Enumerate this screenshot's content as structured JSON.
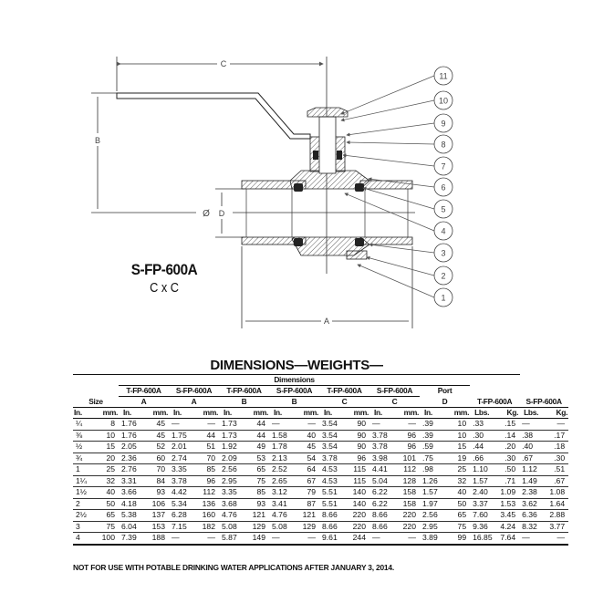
{
  "diagram": {
    "model": "S-FP-600A",
    "connection": "C x C",
    "dimension_labels": {
      "a": "A",
      "b": "B",
      "c": "C",
      "d": "D",
      "diameter": "Ø"
    },
    "callouts": [
      "1",
      "2",
      "3",
      "4",
      "5",
      "6",
      "7",
      "8",
      "9",
      "10",
      "11"
    ]
  },
  "table": {
    "title": "DIMENSIONS—WEIGHTS—",
    "dimensions_label": "Dimensions",
    "size_label": "Size",
    "groups": [
      {
        "model": "T-FP-600A",
        "dim": "A"
      },
      {
        "model": "S-FP-600A",
        "dim": "A"
      },
      {
        "model": "T-FP-600A",
        "dim": "B"
      },
      {
        "model": "S-FP-600A",
        "dim": "B"
      },
      {
        "model": "T-FP-600A",
        "dim": "C"
      },
      {
        "model": "S-FP-600A",
        "dim": "C"
      },
      {
        "model": "Port",
        "dim": "D"
      }
    ],
    "weight_groups": [
      {
        "model": "T-FP-600A"
      },
      {
        "model": "S-FP-600A"
      }
    ],
    "unit_in": "In.",
    "unit_mm": "mm.",
    "unit_lbs": "Lbs.",
    "unit_kg": "Kg.",
    "rows": [
      [
        "¼",
        "8",
        "1.76",
        "45",
        "—",
        "—",
        "1.73",
        "44",
        "—",
        "—",
        "3.54",
        "90",
        "—",
        "—",
        ".39",
        "10",
        ".33",
        ".15",
        "—",
        "—"
      ],
      [
        "⅜",
        "10",
        "1.76",
        "45",
        "1.75",
        "44",
        "1.73",
        "44",
        "1.58",
        "40",
        "3.54",
        "90",
        "3.78",
        "96",
        ".39",
        "10",
        ".30",
        ".14",
        ".38",
        ".17"
      ],
      [
        "½",
        "15",
        "2.05",
        "52",
        "2.01",
        "51",
        "1.92",
        "49",
        "1.78",
        "45",
        "3.54",
        "90",
        "3.78",
        "96",
        ".59",
        "15",
        ".44",
        ".20",
        ".40",
        ".18"
      ],
      [
        "¾",
        "20",
        "2.36",
        "60",
        "2.74",
        "70",
        "2.09",
        "53",
        "2.13",
        "54",
        "3.78",
        "96",
        "3.98",
        "101",
        ".75",
        "19",
        ".66",
        ".30",
        ".67",
        ".30"
      ],
      [
        "1",
        "25",
        "2.76",
        "70",
        "3.35",
        "85",
        "2.56",
        "65",
        "2.52",
        "64",
        "4.53",
        "115",
        "4.41",
        "112",
        ".98",
        "25",
        "1.10",
        ".50",
        "1.12",
        ".51"
      ],
      [
        "1¼",
        "32",
        "3.31",
        "84",
        "3.78",
        "96",
        "2.95",
        "75",
        "2.65",
        "67",
        "4.53",
        "115",
        "5.04",
        "128",
        "1.26",
        "32",
        "1.57",
        ".71",
        "1.49",
        ".67"
      ],
      [
        "1½",
        "40",
        "3.66",
        "93",
        "4.42",
        "112",
        "3.35",
        "85",
        "3.12",
        "79",
        "5.51",
        "140",
        "6.22",
        "158",
        "1.57",
        "40",
        "2.40",
        "1.09",
        "2.38",
        "1.08"
      ],
      [
        "2",
        "50",
        "4.18",
        "106",
        "5.34",
        "136",
        "3.68",
        "93",
        "3.41",
        "87",
        "5.51",
        "140",
        "6.22",
        "158",
        "1.97",
        "50",
        "3.37",
        "1.53",
        "3.62",
        "1.64"
      ],
      [
        "2½",
        "65",
        "5.38",
        "137",
        "6.28",
        "160",
        "4.76",
        "121",
        "4.76",
        "121",
        "8.66",
        "220",
        "8.66",
        "220",
        "2.56",
        "65",
        "7.60",
        "3.45",
        "6.36",
        "2.88"
      ],
      [
        "3",
        "75",
        "6.04",
        "153",
        "7.15",
        "182",
        "5.08",
        "129",
        "5.08",
        "129",
        "8.66",
        "220",
        "8.66",
        "220",
        "2.95",
        "75",
        "9.36",
        "4.24",
        "8.32",
        "3.77"
      ],
      [
        "4",
        "100",
        "7.39",
        "188",
        "—",
        "—",
        "5.87",
        "149",
        "—",
        "—",
        "9.61",
        "244",
        "—",
        "—",
        "3.89",
        "99",
        "16.85",
        "7.64",
        "—",
        "—"
      ]
    ]
  },
  "note": "NOT FOR USE WITH POTABLE DRINKING WATER APPLICATIONS AFTER JANUARY 3, 2014."
}
